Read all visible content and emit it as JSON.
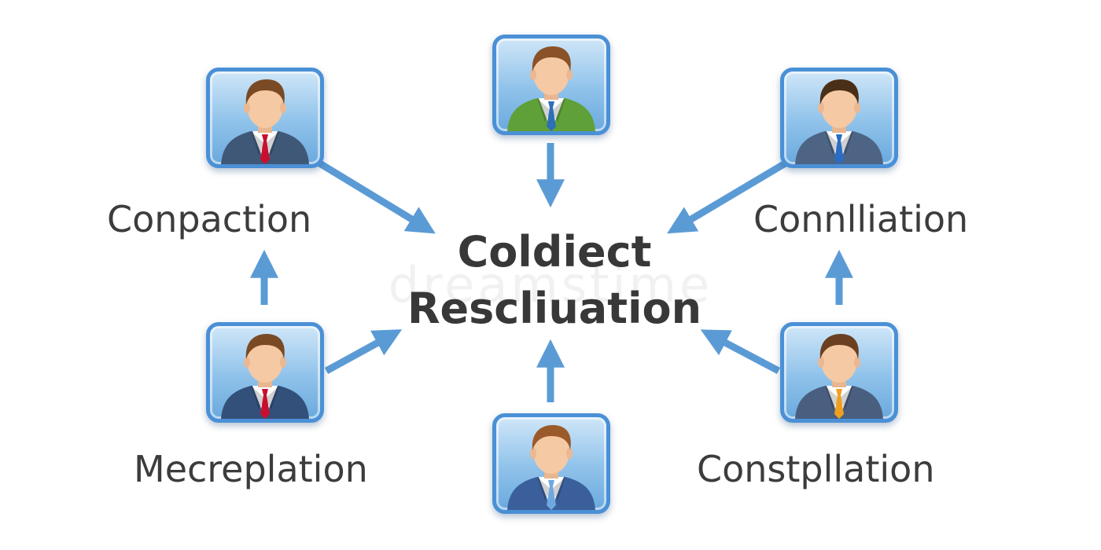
{
  "center": {
    "line1": "Coldiect",
    "line2": "Rescliuation"
  },
  "labels": {
    "top_left": "Conpaction",
    "top_right": "Connlliation",
    "bottom_left": "Mecreplation",
    "bottom_right": "Constpllation"
  },
  "watermark": "dreamstime",
  "colors": {
    "arrow": "#5b9bd5",
    "card_border": "#4a90d6",
    "text": "#3c3c3c"
  },
  "people": [
    {
      "id": "top-left",
      "suit": "#3f5878",
      "tie": "#c8102e",
      "hair": "#7a4a24"
    },
    {
      "id": "top-center",
      "suit": "#5fa038",
      "tie": "#2e6fb8",
      "hair": "#8a5228"
    },
    {
      "id": "top-right",
      "suit": "#4d6485",
      "tie": "#2b6cc4",
      "hair": "#4a2f18"
    },
    {
      "id": "bottom-left",
      "suit": "#33507a",
      "tie": "#c8102e",
      "hair": "#7a4a24"
    },
    {
      "id": "bottom-center",
      "suit": "#3a5f9a",
      "tie": "#6ea8e0",
      "hair": "#9a5a2a"
    },
    {
      "id": "bottom-right",
      "suit": "#4a5f80",
      "tie": "#f0a020",
      "hair": "#6a4020"
    }
  ]
}
